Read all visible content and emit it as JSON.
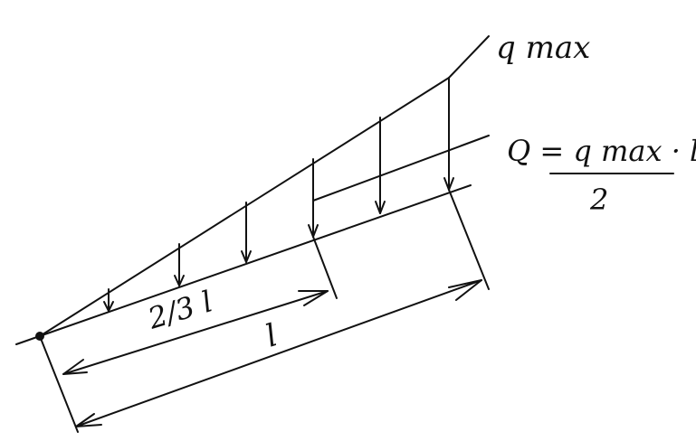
{
  "labels": {
    "q_max": "q max",
    "resultant_force": "Q = q max · l",
    "resultant_denominator": "2",
    "two_thirds_length": "2/3 l",
    "length": "l"
  }
}
